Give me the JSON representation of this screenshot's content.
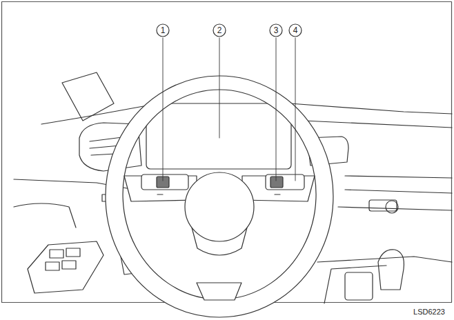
{
  "diagram": {
    "labels": [
      "1",
      "2",
      "3",
      "4",
      "LSD6223"
    ]
  }
}
